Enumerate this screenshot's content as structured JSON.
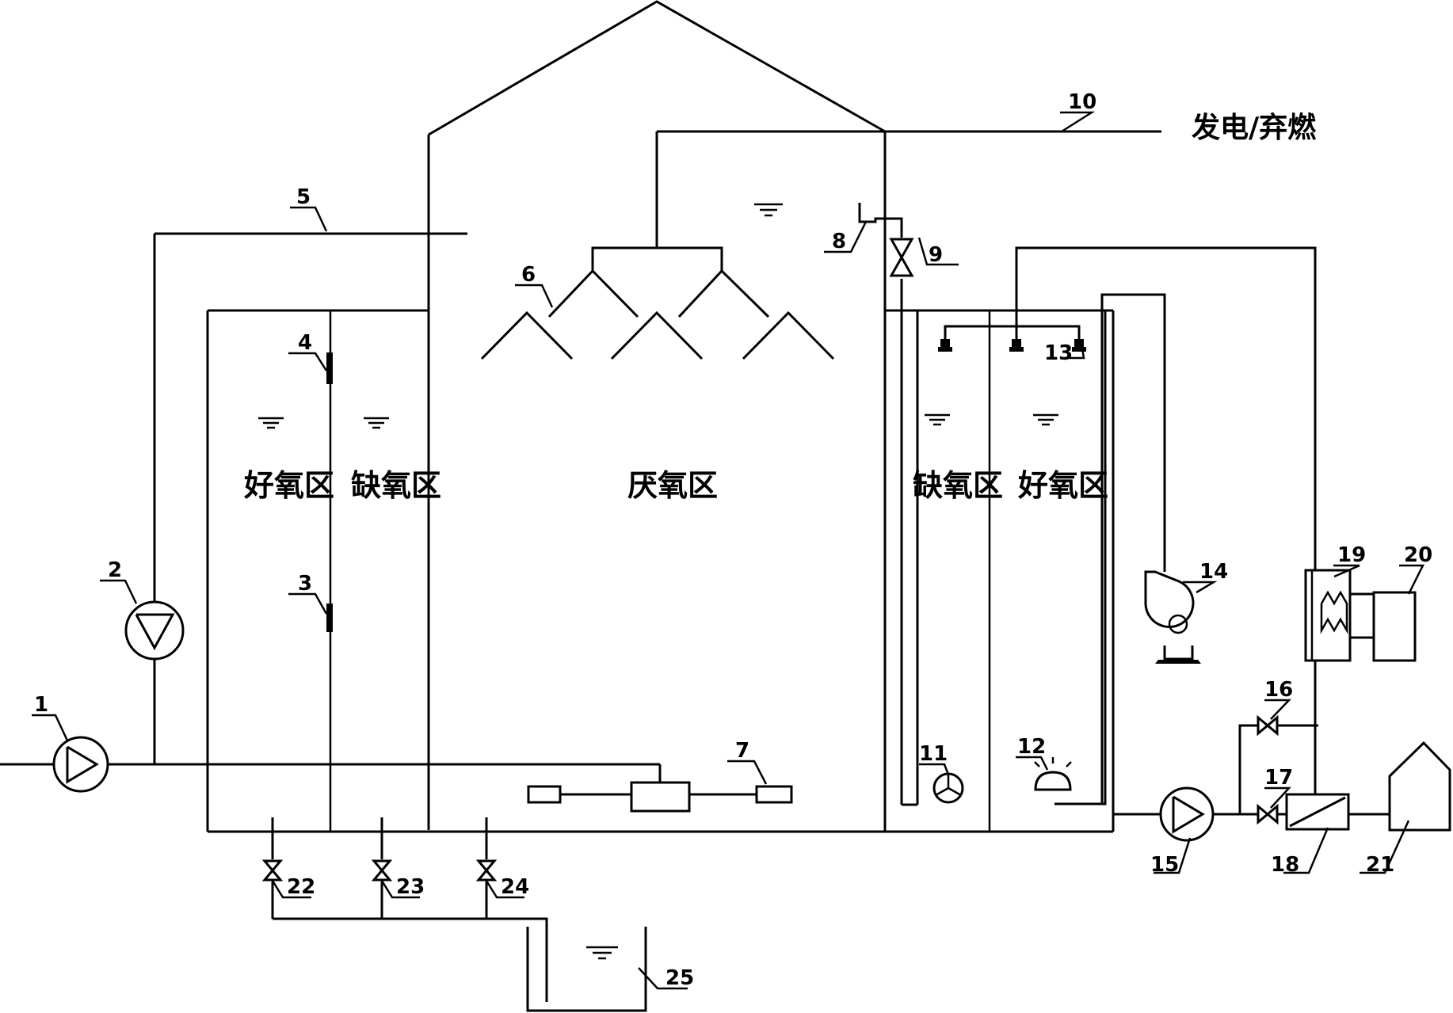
{
  "zones": {
    "left_aerobic": "好氧区",
    "left_anoxic": "缺氧区",
    "anaerobic": "厌氧区",
    "right_anoxic": "缺氧区",
    "right_aerobic": "好氧区"
  },
  "gas_destination": "发电/弃燃",
  "labels": {
    "n1": "1",
    "n2": "2",
    "n3": "3",
    "n4": "4",
    "n5": "5",
    "n6": "6",
    "n7": "7",
    "n8": "8",
    "n9": "9",
    "n10": "10",
    "n11": "11",
    "n12": "12",
    "n13": "13",
    "n14": "14",
    "n15": "15",
    "n16": "16",
    "n17": "17",
    "n18": "18",
    "n19": "19",
    "n20": "20",
    "n21": "21",
    "n22": "22",
    "n23": "23",
    "n24": "24",
    "n25": "25"
  }
}
